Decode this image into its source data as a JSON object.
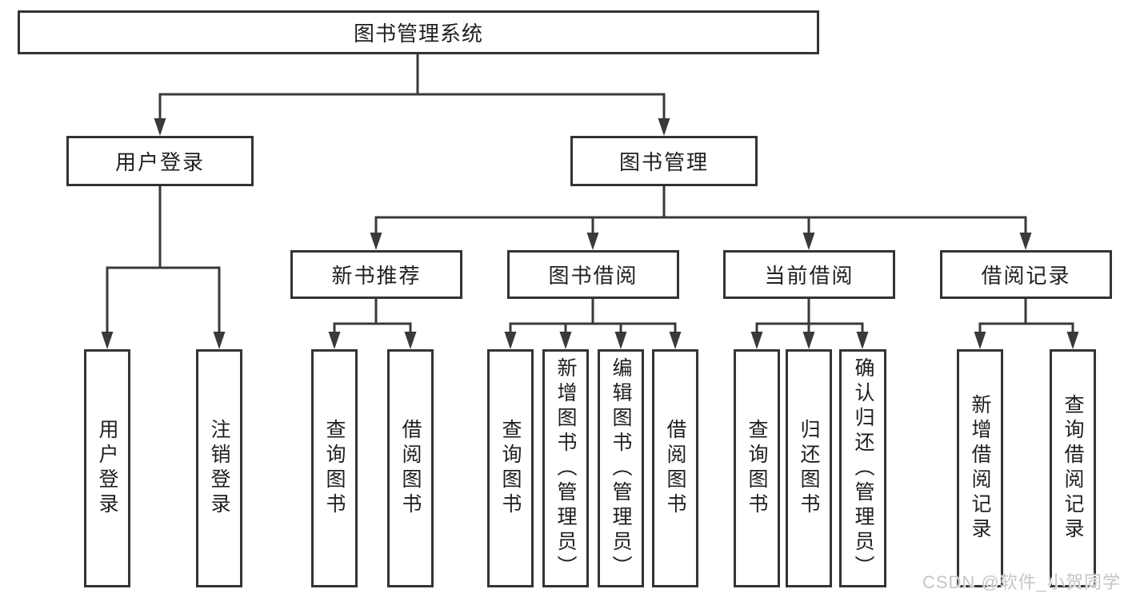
{
  "diagram": {
    "root": {
      "label": "图书管理系统",
      "children": [
        {
          "label": "用户登录",
          "children": [
            {
              "label": "用户登录"
            },
            {
              "label": "注销登录"
            }
          ]
        },
        {
          "label": "图书管理",
          "children": [
            {
              "label": "新书推荐",
              "children": [
                {
                  "label": "查询图书"
                },
                {
                  "label": "借阅图书"
                }
              ]
            },
            {
              "label": "图书借阅",
              "children": [
                {
                  "label": "查询图书"
                },
                {
                  "label": "新增图书（管理员）"
                },
                {
                  "label": "编辑图书（管理员）"
                },
                {
                  "label": "借阅图书"
                }
              ]
            },
            {
              "label": "当前借阅",
              "children": [
                {
                  "label": "查询图书"
                },
                {
                  "label": "归还图书"
                },
                {
                  "label": "确认归还（管理员）"
                }
              ]
            },
            {
              "label": "借阅记录",
              "children": [
                {
                  "label": "新增借阅记录"
                },
                {
                  "label": "查询借阅记录"
                }
              ]
            }
          ]
        }
      ]
    },
    "watermark": "CSDN @软件_小贺同学",
    "colors": {
      "line": "#3a3a3a",
      "box_border": "#333333",
      "text": "#1f1f1f",
      "watermark": "#c6c6c6",
      "background": "#ffffff"
    }
  }
}
